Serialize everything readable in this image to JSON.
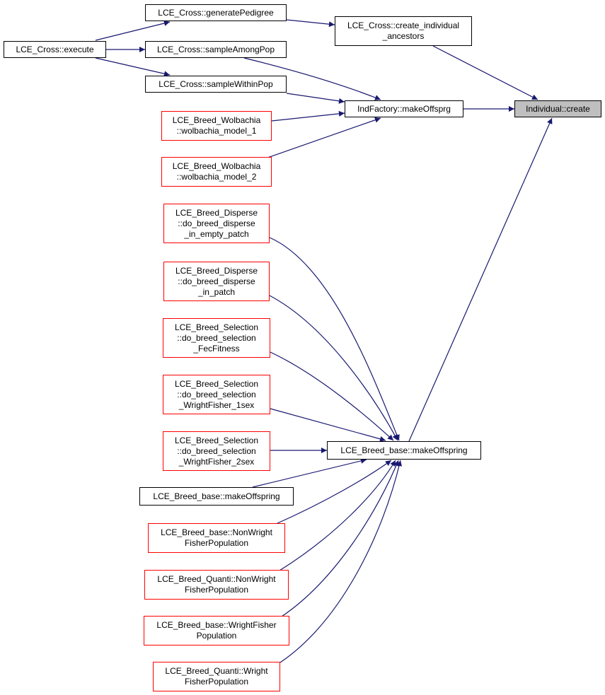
{
  "colors": {
    "edge": "#191970",
    "normal_border": "#000000",
    "red_border": "#ff0000",
    "focus_fill": "#bfbfbf"
  },
  "nodes": [
    {
      "id": "generatePedigree",
      "lines": [
        "LCE_Cross::generatePedigree"
      ],
      "style": "black"
    },
    {
      "id": "create_individual_ancestors",
      "lines": [
        "LCE_Cross::create_individual",
        "_ancestors"
      ],
      "style": "black"
    },
    {
      "id": "execute",
      "lines": [
        "LCE_Cross::execute"
      ],
      "style": "black"
    },
    {
      "id": "sampleAmongPop",
      "lines": [
        "LCE_Cross::sampleAmongPop"
      ],
      "style": "black"
    },
    {
      "id": "sampleWithinPop",
      "lines": [
        "LCE_Cross::sampleWithinPop"
      ],
      "style": "black"
    },
    {
      "id": "makeOffsprg",
      "lines": [
        "IndFactory::makeOffsprg"
      ],
      "style": "black"
    },
    {
      "id": "individual_create",
      "lines": [
        "Individual::create"
      ],
      "style": "focus"
    },
    {
      "id": "wolbachia_model_1",
      "lines": [
        "LCE_Breed_Wolbachia",
        "::wolbachia_model_1"
      ],
      "style": "red"
    },
    {
      "id": "wolbachia_model_2",
      "lines": [
        "LCE_Breed_Wolbachia",
        "::wolbachia_model_2"
      ],
      "style": "red"
    },
    {
      "id": "disperse_empty_patch",
      "lines": [
        "LCE_Breed_Disperse",
        "::do_breed_disperse",
        "_in_empty_patch"
      ],
      "style": "red"
    },
    {
      "id": "disperse_in_patch",
      "lines": [
        "LCE_Breed_Disperse",
        "::do_breed_disperse",
        "_in_patch"
      ],
      "style": "red"
    },
    {
      "id": "selection_fecfitness",
      "lines": [
        "LCE_Breed_Selection",
        "::do_breed_selection",
        "_FecFitness"
      ],
      "style": "red"
    },
    {
      "id": "selection_wf_1sex",
      "lines": [
        "LCE_Breed_Selection",
        "::do_breed_selection",
        "_WrightFisher_1sex"
      ],
      "style": "red"
    },
    {
      "id": "selection_wf_2sex",
      "lines": [
        "LCE_Breed_Selection",
        "::do_breed_selection",
        "_WrightFisher_2sex"
      ],
      "style": "red"
    },
    {
      "id": "makeOffspring_main",
      "lines": [
        "LCE_Breed_base::makeOffspring"
      ],
      "style": "black"
    },
    {
      "id": "makeOffspring_overload",
      "lines": [
        "LCE_Breed_base::makeOffspring"
      ],
      "style": "black"
    },
    {
      "id": "base_nonwf",
      "lines": [
        "LCE_Breed_base::NonWright",
        "FisherPopulation"
      ],
      "style": "red"
    },
    {
      "id": "quanti_nonwf",
      "lines": [
        "LCE_Breed_Quanti::NonWright",
        "FisherPopulation"
      ],
      "style": "red"
    },
    {
      "id": "base_wf",
      "lines": [
        "LCE_Breed_base::WrightFisher",
        "Population"
      ],
      "style": "red"
    },
    {
      "id": "quanti_wf",
      "lines": [
        "LCE_Breed_Quanti::Wright",
        "FisherPopulation"
      ],
      "style": "red"
    }
  ],
  "edges": [
    {
      "from": "execute",
      "to": "generatePedigree"
    },
    {
      "from": "execute",
      "to": "sampleAmongPop"
    },
    {
      "from": "execute",
      "to": "sampleWithinPop"
    },
    {
      "from": "generatePedigree",
      "to": "create_individual_ancestors"
    },
    {
      "from": "create_individual_ancestors",
      "to": "individual_create"
    },
    {
      "from": "sampleAmongPop",
      "to": "makeOffsprg"
    },
    {
      "from": "sampleWithinPop",
      "to": "makeOffsprg"
    },
    {
      "from": "wolbachia_model_1",
      "to": "makeOffsprg"
    },
    {
      "from": "wolbachia_model_2",
      "to": "makeOffsprg"
    },
    {
      "from": "makeOffsprg",
      "to": "individual_create"
    },
    {
      "from": "makeOffspring_main",
      "to": "individual_create"
    },
    {
      "from": "disperse_empty_patch",
      "to": "makeOffspring_main"
    },
    {
      "from": "disperse_in_patch",
      "to": "makeOffspring_main"
    },
    {
      "from": "selection_fecfitness",
      "to": "makeOffspring_main"
    },
    {
      "from": "selection_wf_1sex",
      "to": "makeOffspring_main"
    },
    {
      "from": "selection_wf_2sex",
      "to": "makeOffspring_main"
    },
    {
      "from": "makeOffspring_overload",
      "to": "makeOffspring_main"
    },
    {
      "from": "base_nonwf",
      "to": "makeOffspring_main"
    },
    {
      "from": "quanti_nonwf",
      "to": "makeOffspring_main"
    },
    {
      "from": "base_wf",
      "to": "makeOffspring_main"
    },
    {
      "from": "quanti_wf",
      "to": "makeOffspring_main"
    }
  ]
}
